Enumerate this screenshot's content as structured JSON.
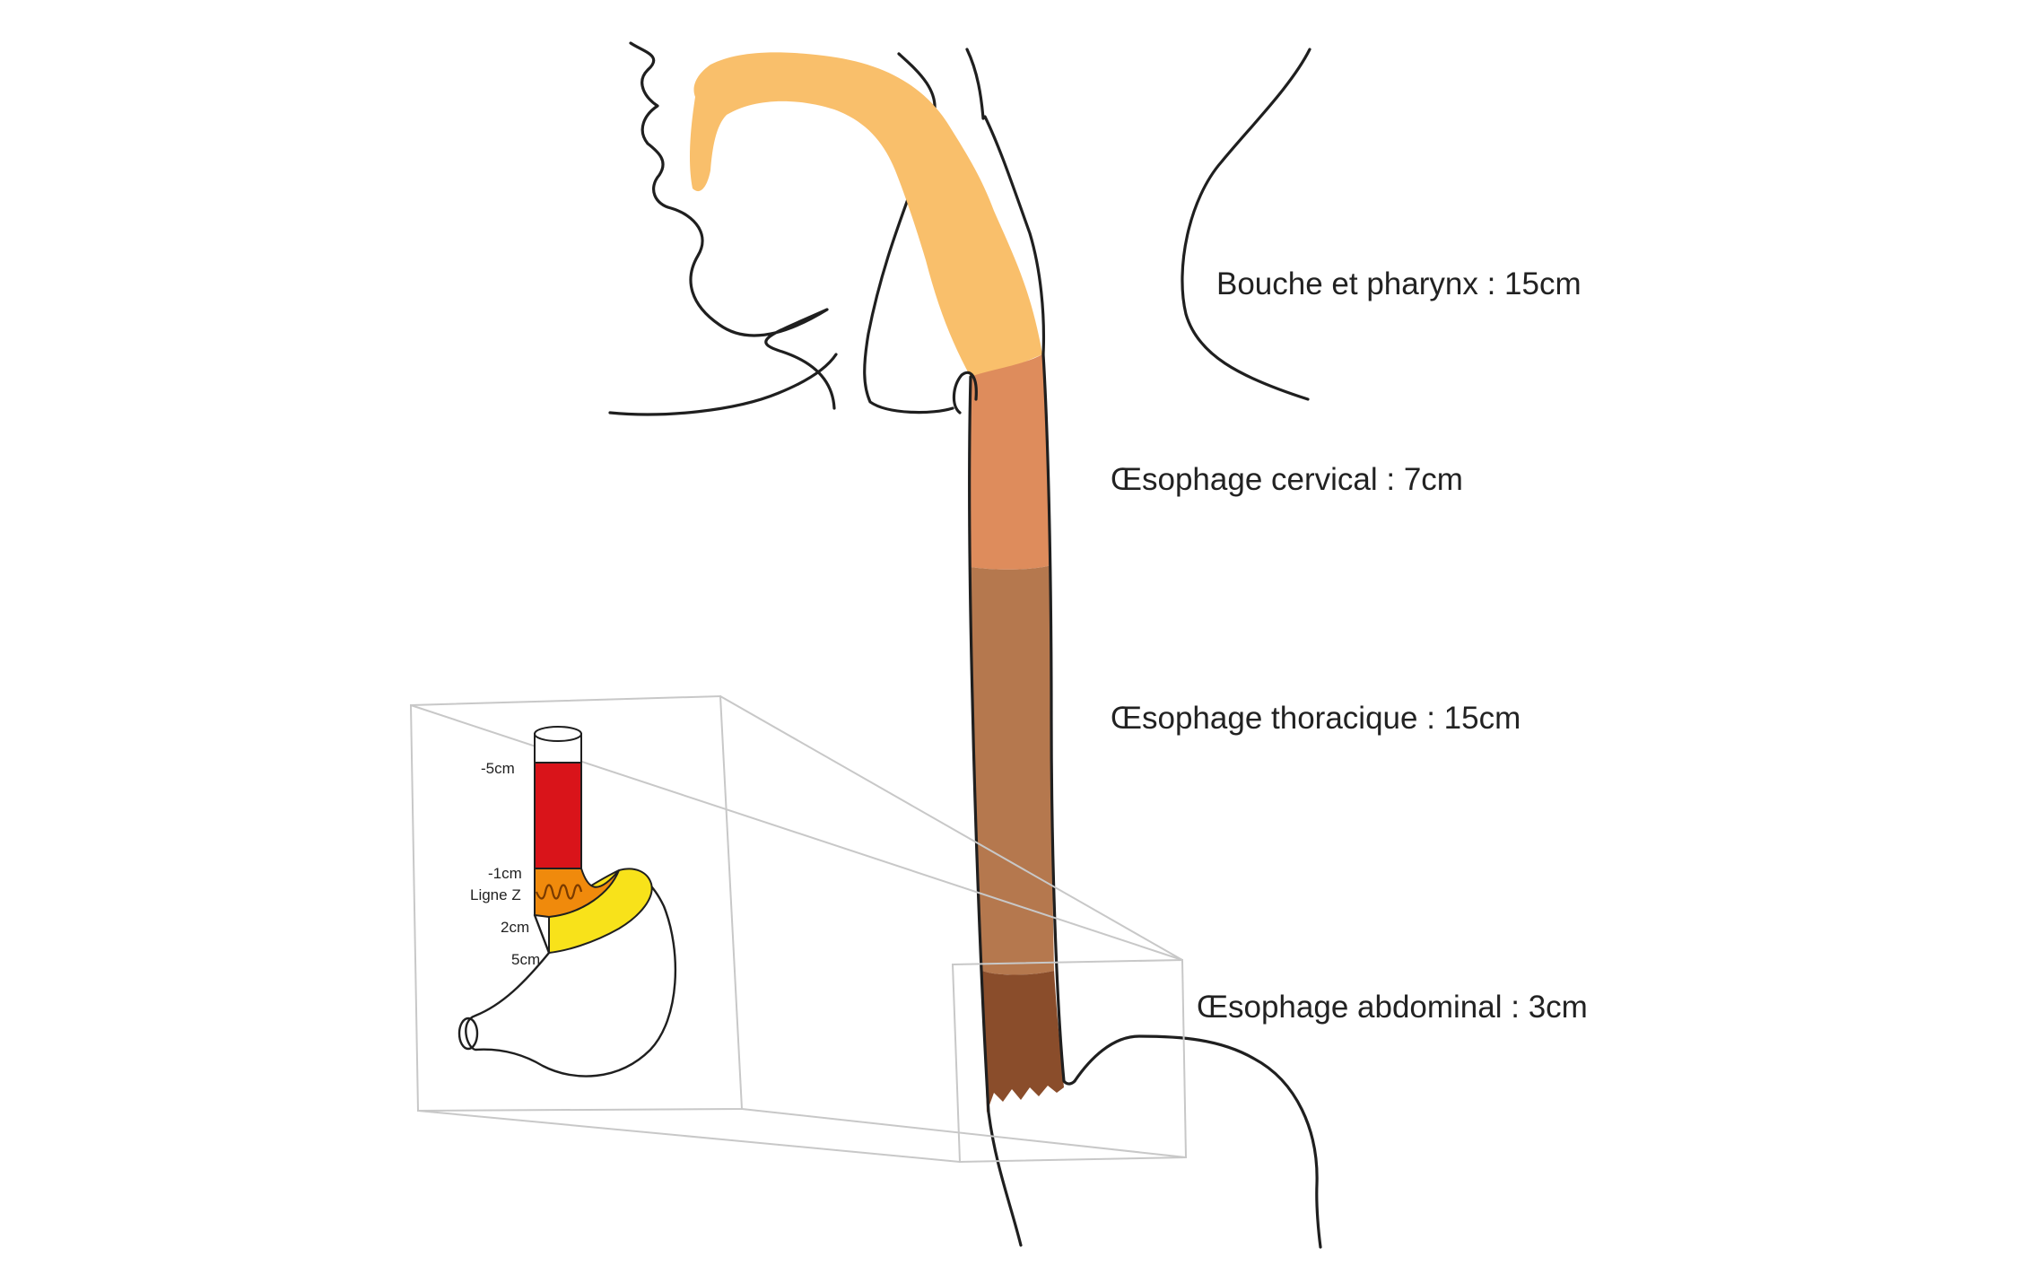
{
  "labels": {
    "mouth": "Bouche et pharynx : 15cm",
    "cervical": "Œsophage cervical : 7cm",
    "thoracic": "Œsophage thoracique : 15cm",
    "abdominal": "Œsophage abdominal : 3cm"
  },
  "inset": {
    "minus5": "-5cm",
    "minus1": "-1cm",
    "zline": "Ligne Z",
    "plus2": "2cm",
    "plus5": "5cm"
  },
  "colors": {
    "pharynx": "#f9bf6b",
    "cervical": "#de8c5c",
    "thoracic": "#b5784e",
    "abdominal": "#8a4d2b",
    "esophagus_red": "#d9141a",
    "zline_orange": "#f08a0c",
    "cardia_yellow": "#f8e21a"
  }
}
